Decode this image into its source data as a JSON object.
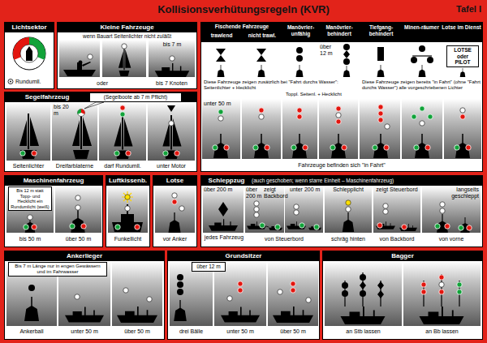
{
  "diagram": {
    "title": "Kollisionsverhütungsregeln (KVR)",
    "nodes": [
      {
        "text": [
          "Lichtsektor"
        ]
      },
      {
        "text": [
          "Kleine Fahrzeuge",
          "wenn Bauart Seitenlichter nicht zuläßt"
        ]
      },
      {
        "text": [
          "Fischende Fahrzeuge",
          "trawlend",
          "nicht trawl.",
          "Manövrier-unfähig",
          "Manövrier-behindert",
          "Tiefgang-behindert",
          "Minen-räumer",
          "Lotse im Dienst"
        ]
      },
      {
        "text": [
          "LOTSE oder PILOT"
        ],
        "in": 2
      },
      {
        "text": [
          "Segelfahrzeug"
        ]
      },
      {
        "text": [
          "(Segelboote ab 7 m Pflicht)"
        ],
        "in": 4
      },
      {
        "text": [
          "Maschinenfahrzeug"
        ]
      },
      {
        "text": [
          "Bis 12 m statt Topp- und Hecklicht ein Rundumlicht (weiß)"
        ],
        "in": 6
      },
      {
        "text": [
          "Luftkissenb."
        ]
      },
      {
        "text": [
          "Lotse"
        ]
      },
      {
        "text": [
          "Schleppzug",
          "(auch geschoben; wenn starre Einheit – Maschinenfahrzeug)"
        ]
      },
      {
        "text": [
          "Ankerlieger"
        ]
      },
      {
        "text": [
          "Bis 7 m Länge nur in engen Gewässern und im Fahrwasser"
        ],
        "in": 11
      },
      {
        "text": [
          "Grundsitzer"
        ]
      },
      {
        "text": [
          "über 12 m"
        ],
        "in": 13
      },
      {
        "text": [
          "Bagger"
        ]
      }
    ],
    "labels": [
      "Tafel I",
      "Rundumll.",
      "bis 7 m",
      "oder",
      "bis 7 Knoten",
      "über 12 m",
      "Diese Fahrzeuge zeigen zusätzlich bei \"Fahrt durchs Wasser\": Seitenlichter + Hecklicht",
      "Toppl. Seitenl. + Hecklicht",
      "Diese Fahrzeuge zeigen bereits \"in Fahrt\" (ohne \"Fahrt durchs Wasser\") alle vorgeschriebenen Lichter",
      "unter 50 m",
      "Fahrzeuge befinden sich \"in Fahrt\"",
      "bis 20 m",
      "Seitenlichter",
      "Dreifarblaterne",
      "darf Rundumll.",
      "unter Motor",
      "bis 50 m",
      "über 50 m",
      "Funkellicht",
      "vor Anker",
      "über 200 m",
      "über 200 m",
      "zeigt Backbord",
      "unter 200 m",
      "Schlepplicht",
      "zeigt Steuerbord",
      "langseits geschleppt",
      "jedes Fahrzeug",
      "von Steuerbord",
      "schräg hinten",
      "von Backbord",
      "von vorne",
      "Ankerball",
      "unter 50 m",
      "über 50 m",
      "drei Bälle",
      "unter 50 m",
      "über 50 m",
      "an Stb lassen",
      "an Bb lassen"
    ]
  }
}
